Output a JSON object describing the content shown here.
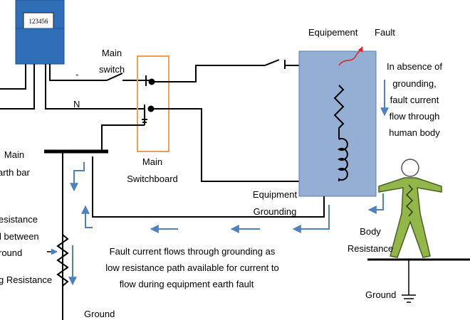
{
  "meter": {
    "label": "123456"
  },
  "labels": {
    "main_switch_1": "Main",
    "main_switch_2": "switch",
    "dash": "-",
    "neutral": "N",
    "main_board_1": "Main",
    "main_board_2": "Switchboard",
    "main_earth_bar_1": "Main",
    "main_earth_bar_2": "arth bar",
    "equipment": "Equipement",
    "fault": "Fault",
    "absence_1": "In absence of",
    "absence_2": "grounding,",
    "absence_3": "fault current",
    "absence_4": "flow through",
    "absence_5": "human body",
    "equip_ground_1": "Equipment",
    "equip_ground_2": "Grounding",
    "body_res_1": "Body",
    "body_res_2": "Resistance",
    "resist_1": "esistance",
    "resist_2": "l between",
    "resist_3": "round",
    "resist_4": "g Resistance",
    "fault_flow_1": "Fault current flows through grounding as",
    "fault_flow_2": "low resistance path available for current to",
    "fault_flow_3": "flow during equipment earth fault",
    "ground_left": "Ground",
    "ground_right": "Ground"
  },
  "colors": {
    "meter_fill": "#2f6fb8",
    "equipment_fill": "#95aed3",
    "switchboard_border": "#e8a05c",
    "arrow_blue": "#4f81bd",
    "fault_red": "#e02020",
    "body_fill": "#93b64b",
    "body_stroke": "#4a5e22",
    "wire": "#000000"
  }
}
